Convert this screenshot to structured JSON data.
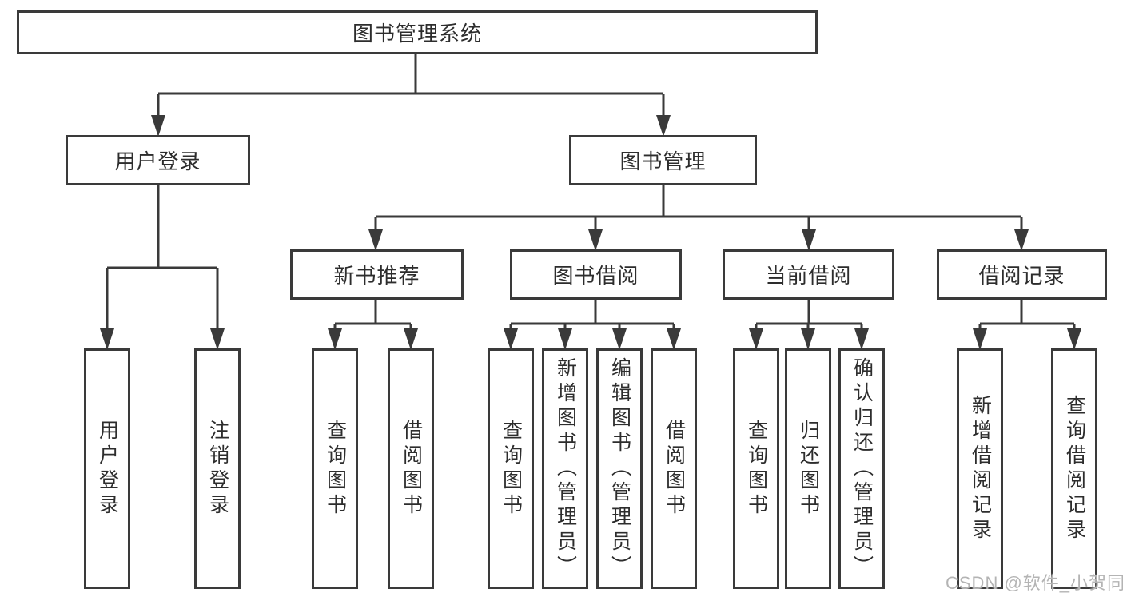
{
  "nodes": {
    "root": {
      "label": "图书管理系统"
    },
    "login": {
      "label": "用户登录"
    },
    "management": {
      "label": "图书管理"
    },
    "new_books": {
      "label": "新书推荐"
    },
    "borrowing": {
      "label": "图书借阅"
    },
    "current": {
      "label": "当前借阅"
    },
    "records": {
      "label": "借阅记录"
    },
    "login_user": {
      "label": "用户登录"
    },
    "login_logout": {
      "label": "注销登录"
    },
    "nb_query": {
      "label": "查询图书"
    },
    "nb_borrow": {
      "label": "借阅图书"
    },
    "bb_query": {
      "label": "查询图书"
    },
    "bb_add": {
      "label": "新增图书（管理员）"
    },
    "bb_edit": {
      "label": "编辑图书（管理员）"
    },
    "bb_borrow": {
      "label": "借阅图书"
    },
    "cb_query": {
      "label": "查询图书"
    },
    "cb_return": {
      "label": "归还图书"
    },
    "cb_confirm": {
      "label": "确认归还（管理员）"
    },
    "br_add": {
      "label": "新增借阅记录"
    },
    "br_query": {
      "label": "查询借阅记录"
    }
  },
  "watermark": {
    "text": "CSDN @软件_小贺同学"
  },
  "colors": {
    "line": "#3a3a3a",
    "text": "#2d2d2d",
    "watermark": "#b4b4b4",
    "background": "#ffffff"
  }
}
